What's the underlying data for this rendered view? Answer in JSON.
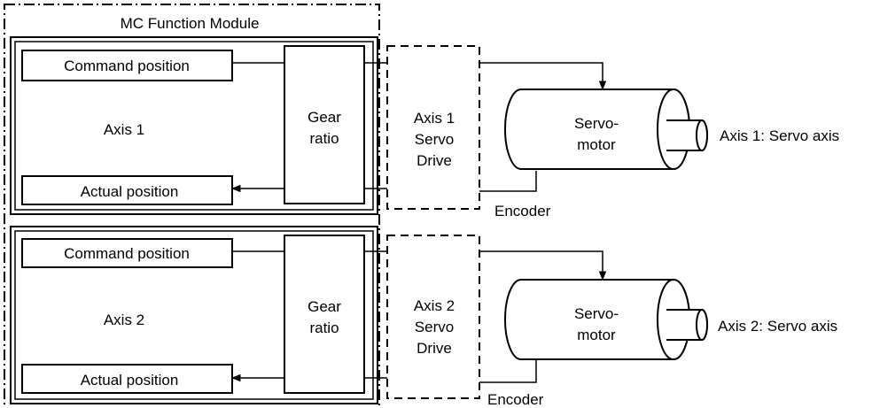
{
  "module": {
    "title": "MC Function Module"
  },
  "axes": [
    {
      "label": "Axis 1",
      "command_position": "Command position",
      "actual_position": "Actual position",
      "gear_line1": "Gear",
      "gear_line2": "ratio",
      "drive_line1": "Axis 1",
      "drive_line2": "Servo",
      "drive_line3": "Drive",
      "motor_line1": "Servo-",
      "motor_line2": "motor",
      "encoder": "Encoder",
      "servo_axis": "Axis 1: Servo axis"
    },
    {
      "label": "Axis 2",
      "command_position": "Command position",
      "actual_position": "Actual position",
      "gear_line1": "Gear",
      "gear_line2": "ratio",
      "drive_line1": "Axis 2",
      "drive_line2": "Servo",
      "drive_line3": "Drive",
      "motor_line1": "Servo-",
      "motor_line2": "motor",
      "encoder": "Encoder",
      "servo_axis": "Axis 2: Servo axis"
    }
  ]
}
